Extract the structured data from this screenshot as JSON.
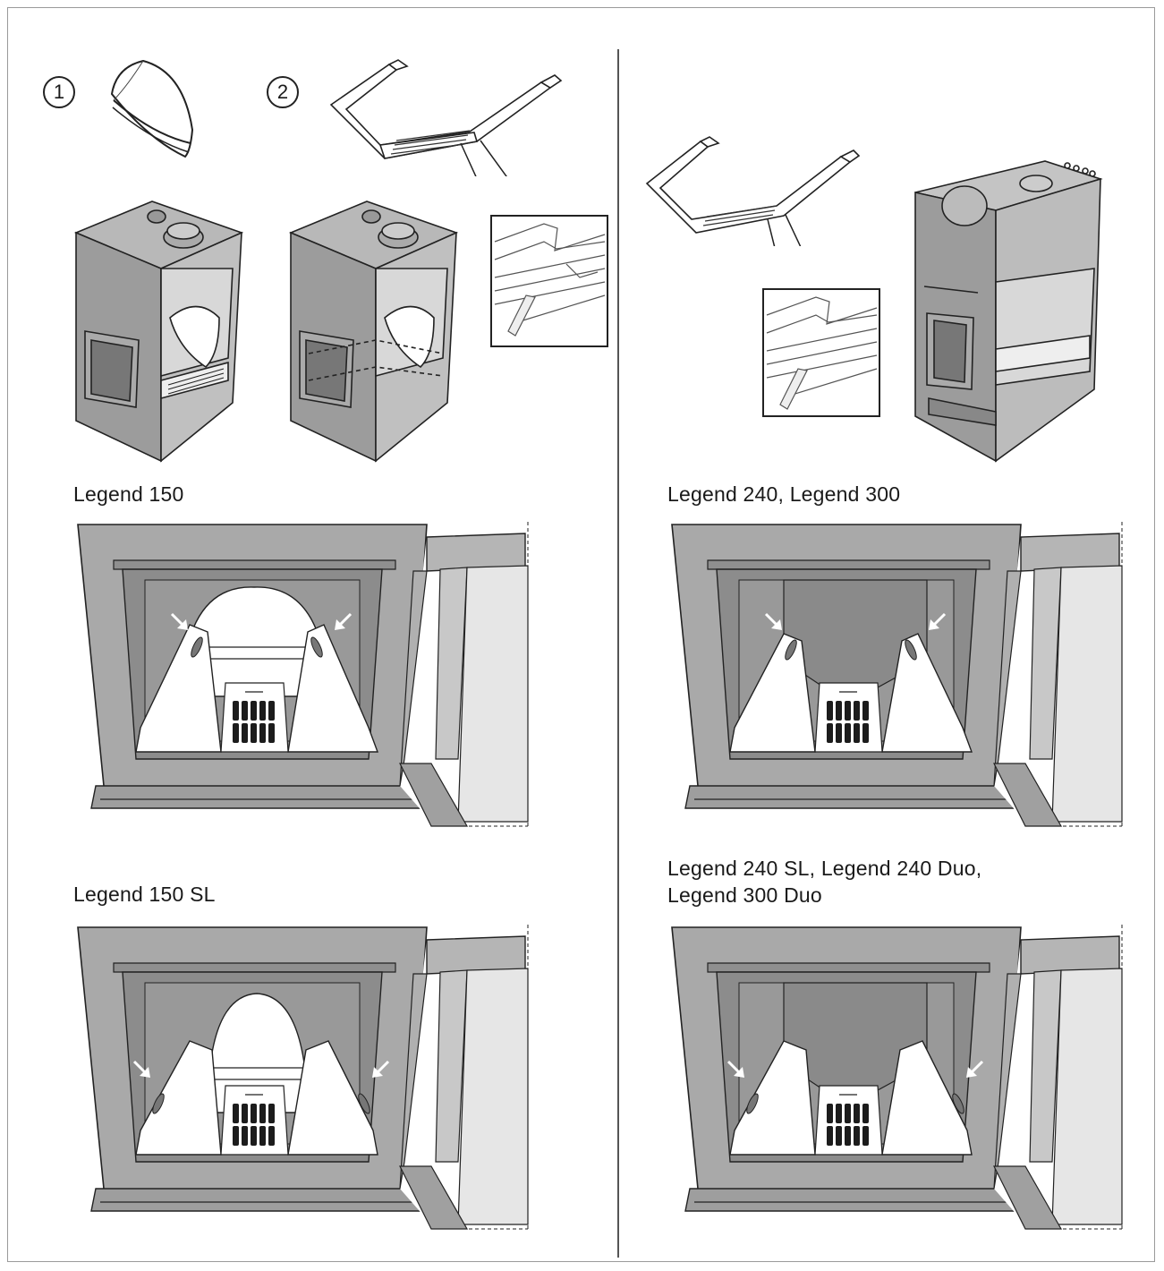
{
  "steps": {
    "first": "1",
    "second": "2"
  },
  "captions": {
    "legend_150": "Legend 150",
    "legend_150_sl": "Legend 150 SL",
    "legend_240_300": "Legend 240, Legend 300",
    "legend_240_sl_duo": "Legend 240 SL, Legend 240 Duo,\nLegend 300 Duo"
  },
  "colors": {
    "stove_gray": "#a9a9a9",
    "dark_gray": "#8e8e8e",
    "line": "#222222",
    "grate": "#1c1c1c"
  },
  "icons": [
    "baffle-plate-icon",
    "ash-grate-icon",
    "stove-body-icon",
    "detail-zoom-icon",
    "arrow-icon"
  ]
}
